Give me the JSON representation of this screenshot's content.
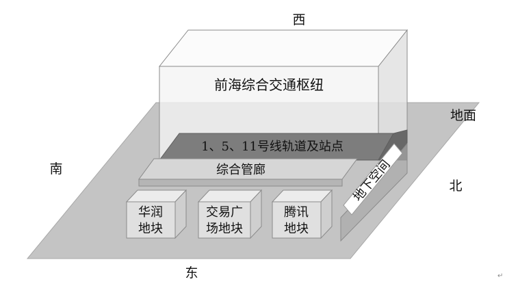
{
  "directions": {
    "west": "西",
    "east": "东",
    "south": "南",
    "north": "北"
  },
  "ground": "地面",
  "underground": "地下空间",
  "hub": "前海综合交通枢纽",
  "tracks": "1、5、11号线轨道及站点",
  "corridor": "综合管廊",
  "plots": [
    {
      "line1": "华润",
      "line2": "地块"
    },
    {
      "line1": "交易广",
      "line2": "场地块"
    },
    {
      "line1": "腾讯",
      "line2": "地块"
    }
  ],
  "return_mark": "↵",
  "colors": {
    "ground": "#c4c4c4",
    "box_face": "#f2f2f2",
    "box_side": "#e6e6e6",
    "tracks_front": "#7d7d7d",
    "tracks_side": "#686868",
    "corridor": "#bebebe",
    "plot": "#dedede",
    "edge": "#8a8a8a"
  },
  "icon": "return-mark"
}
